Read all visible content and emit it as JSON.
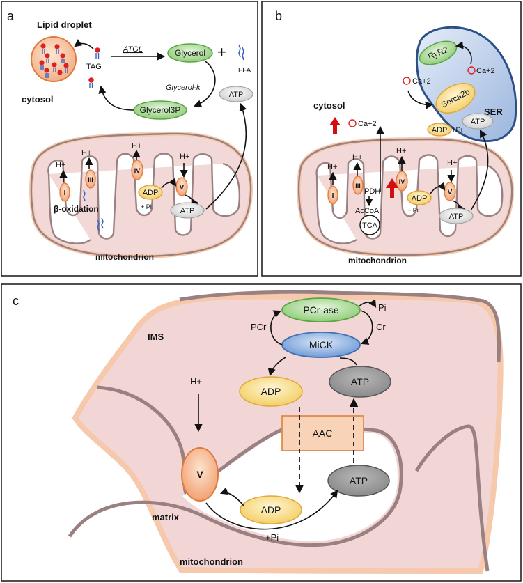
{
  "panel_a": {
    "letter": "a",
    "lipid_droplet": "Lipid droplet",
    "tag": "TAG",
    "atgl": "ATGL",
    "glycerol": "Glycerol",
    "plus": "+",
    "ffa": "FFA",
    "glycerol_k": "Glycerol-k",
    "glycerol3p": "Glycerol3P",
    "atp_top": "ATP",
    "cytosol": "cytosol",
    "hplus": "H+",
    "complex_I": "I",
    "complex_III": "III",
    "complex_IV": "IV",
    "complex_V": "V",
    "adp": "ADP",
    "plus_pi": "+ Pi",
    "atp_mito": "ATP",
    "beta_oxidation": "β-oxidation",
    "mitochondrion": "mitochondrion"
  },
  "panel_b": {
    "letter": "b",
    "ryr2": "RyR2",
    "ca_left": "Ca+2",
    "ca_right": "Ca+2",
    "serca2b": "Serca2b",
    "ser": "SER",
    "cytosol": "cytosol",
    "ca_up": "Ca+2",
    "adp_top": "ADP",
    "plus_pi_top": "+Pi",
    "atp_top": "ATP",
    "hplus": "H+",
    "complex_I": "I",
    "complex_III": "III",
    "complex_IV": "IV",
    "complex_V": "V",
    "pdh": "PDH",
    "acoa": "AcCoA",
    "tca": "TCA",
    "adp_mito": "ADP",
    "plus_pi_mito": "+ Pi",
    "atp_mito": "ATP",
    "mitochondrion": "mitochondrion"
  },
  "panel_c": {
    "letter": "c",
    "ims": "IMS",
    "pcr_ase": "PCr-ase",
    "mick": "MiCK",
    "pcr": "PCr",
    "cr": "Cr",
    "pi": "Pi",
    "hplus": "H+",
    "adp_top": "ADP",
    "atp_top": "ATP",
    "aac": "AAC",
    "v": "V",
    "matrix": "matrix",
    "adp_bottom": "ADP",
    "atp_bottom": "ATP",
    "plus_pi": "+Pi",
    "mitochondrion": "mitochondrion"
  },
  "colors": {
    "mito_fill": "#f2d4d4",
    "mito_membrane": "#9a8080",
    "green_fill": "#9ed68a",
    "blue_fill": "#7ea6dd",
    "orange_fill": "#f3a87a",
    "yellow_fill": "#f7d977",
    "gray_fill": "#9a9a9a",
    "red_arrow": "#d01010",
    "ser_fill": "#b9cbe6",
    "ser_stroke": "#2b4f86"
  }
}
